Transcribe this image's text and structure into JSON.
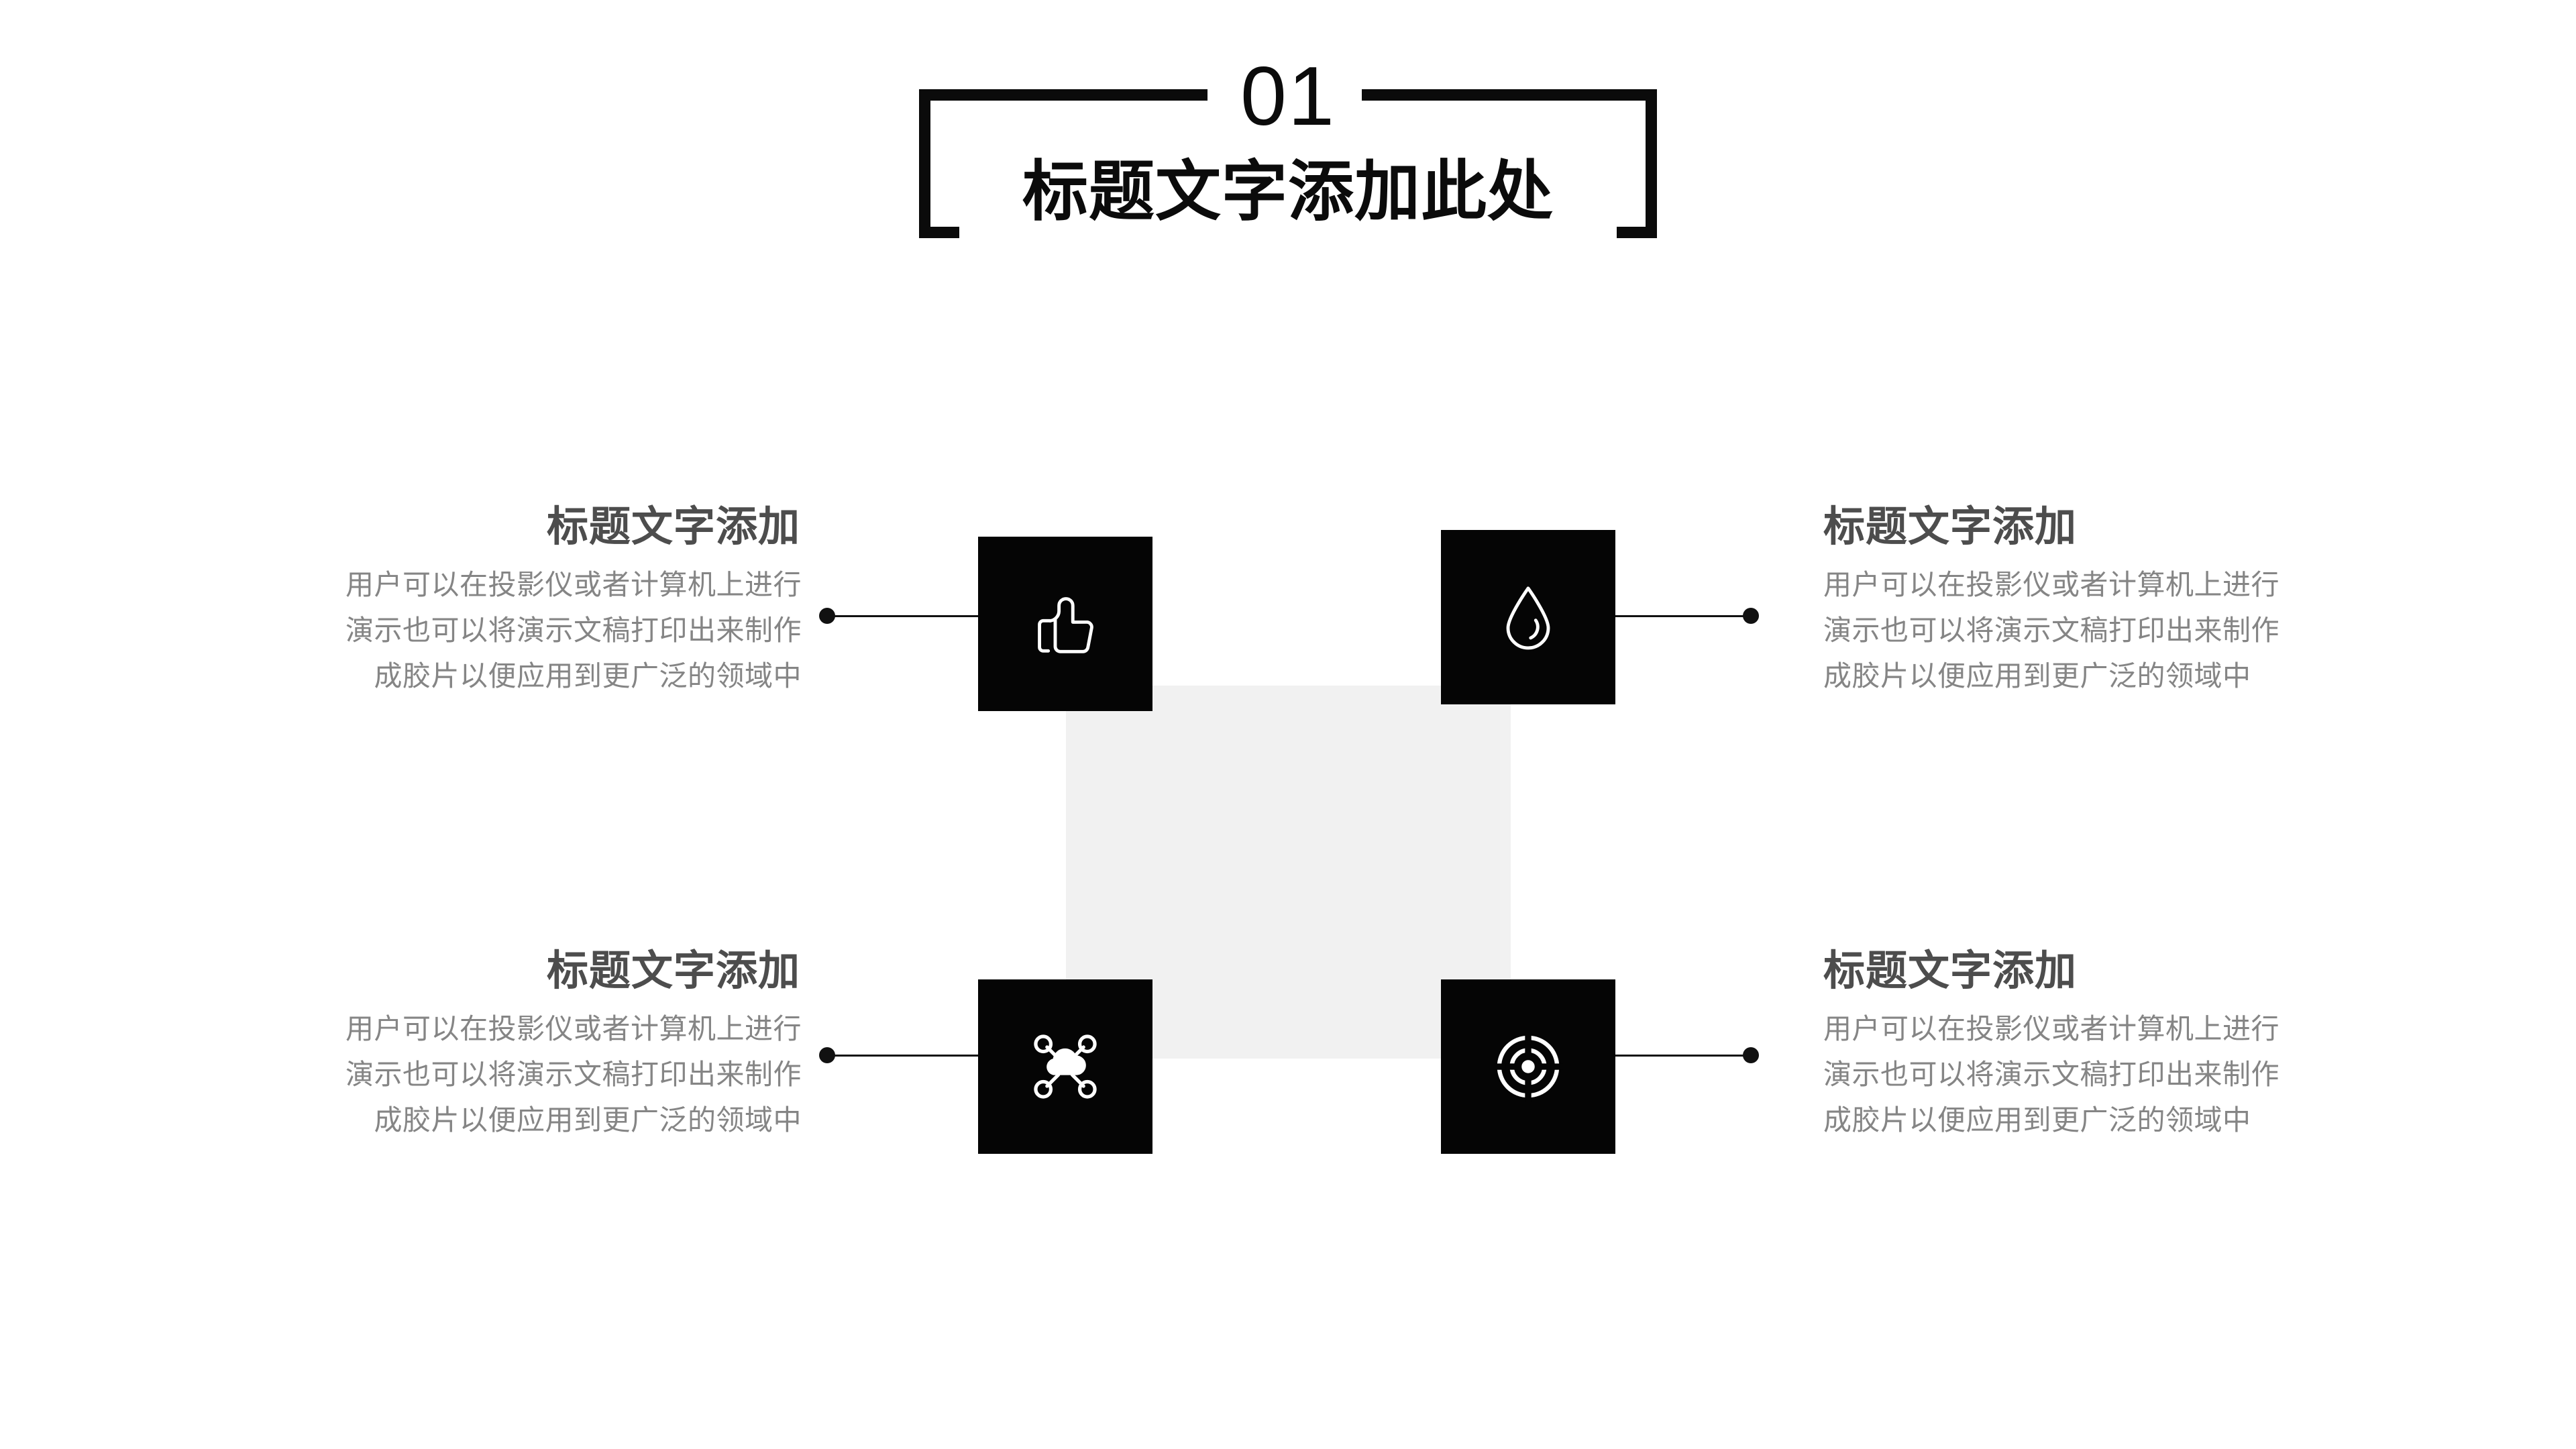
{
  "slide": {
    "background_color": "#ffffff",
    "accent_color": "#0b0b0b",
    "center_panel_color": "#f1f1f1",
    "heading_color": "#4d4d4d",
    "body_color": "#858585"
  },
  "title": {
    "number": "01",
    "main": "标题文字添加此处"
  },
  "items": [
    {
      "position": "top-left",
      "icon": "thumbs-up-icon",
      "heading": "标题文字添加",
      "body": "用户可以在投影仪或者计算机上进行演示也可以将演示文稿打印出来制作成胶片以便应用到更广泛的领域中"
    },
    {
      "position": "top-right",
      "icon": "water-drop-icon",
      "heading": "标题文字添加",
      "body": "用户可以在投影仪或者计算机上进行演示也可以将演示文稿打印出来制作成胶片以便应用到更广泛的领域中"
    },
    {
      "position": "bottom-left",
      "icon": "cloud-network-icon",
      "heading": "标题文字添加",
      "body": "用户可以在投影仪或者计算机上进行演示也可以将演示文稿打印出来制作成胶片以便应用到更广泛的领域中"
    },
    {
      "position": "bottom-right",
      "icon": "target-crosshair-icon",
      "heading": "标题文字添加",
      "body": "用户可以在投影仪或者计算机上进行演示也可以将演示文稿打印出来制作成胶片以便应用到更广泛的领域中"
    }
  ]
}
